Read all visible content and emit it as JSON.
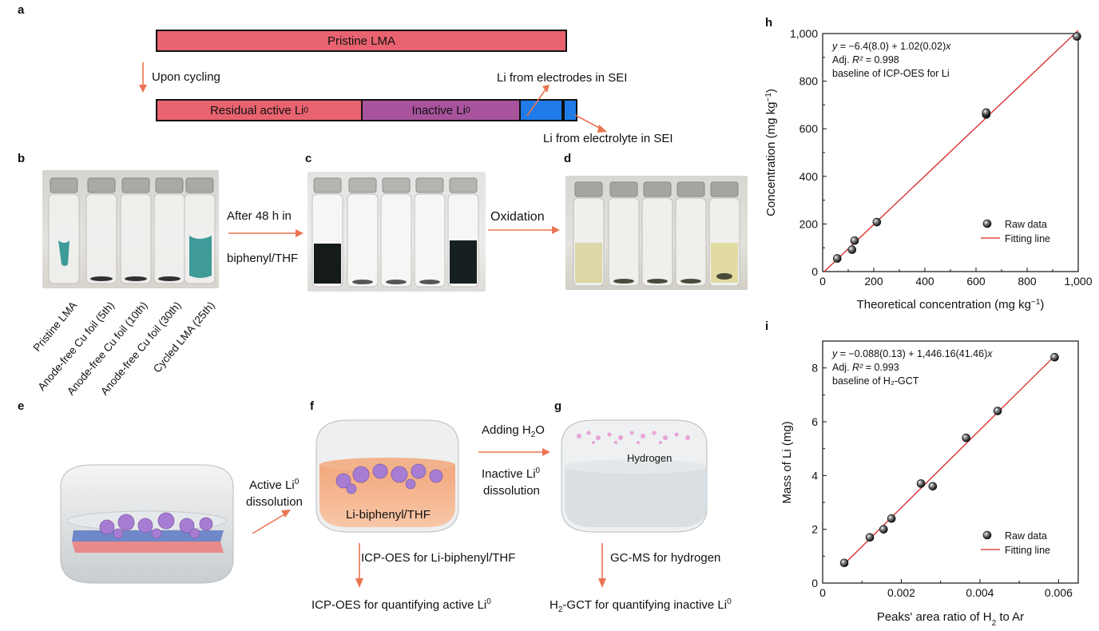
{
  "panels": {
    "a": "a",
    "b": "b",
    "c": "c",
    "d": "d",
    "e": "e",
    "f": "f",
    "g": "g",
    "h": "h",
    "i": "i"
  },
  "panel_a": {
    "pristine": "Pristine LMA",
    "upon_cycling": "Upon cycling",
    "residual": "Residual active Li",
    "inactive": "Inactive Li",
    "sup0": "0",
    "li_electrodes": "Li from electrodes in SEI",
    "li_electrolyte": "Li from electrolyte in SEI",
    "colors": {
      "pink": "#e8636f",
      "purple": "#a8539c",
      "blue": "#1e7be8",
      "arrow": "#e9744f"
    }
  },
  "panel_b": {
    "step1_line1": "After 48 h in",
    "step1_line2": "biphenyl/THF",
    "step2": "Oxidation",
    "vial_labels": [
      "Pristine LMA",
      "Anode-free Cu foil (5th)",
      "Anode-free Cu foil (10th)",
      "Anode-free Cu foil (30th)",
      "Cycled LMA (25th)"
    ]
  },
  "panel_e": {
    "active_line1": "Active Li",
    "active_line2": "dissolution",
    "adding": "Adding H",
    "adding_sub": "2",
    "adding_tail": "O",
    "inactive_line1": "Inactive Li",
    "inactive_line2": "dissolution",
    "hydrogen": "Hydrogen",
    "li_biphenyl": "Li-biphenyl/THF",
    "icp_step": "ICP-OES for Li-biphenyl/THF",
    "gcms_step": "GC-MS for hydrogen",
    "icp_quant": "ICP-OES for quantifying active Li",
    "h2_quant_prefix": "H",
    "h2_quant_sub": "2",
    "h2_quant_tail": "-GCT for quantifying inactive Li"
  },
  "chart_data": [
    {
      "id": "h",
      "type": "scatter",
      "xlabel": "Theoretical concentration (mg kg",
      "xlabel_sup": "−1",
      "ylabel": "Concentration (mg kg",
      "ylabel_sup": "−1",
      "xlim": [
        0,
        1000
      ],
      "ylim": [
        0,
        1000
      ],
      "xticks": [
        0,
        200,
        400,
        600,
        800,
        1000
      ],
      "xtick_labels": [
        "0",
        "200",
        "400",
        "600",
        "800",
        "1,000"
      ],
      "yticks": [
        0,
        200,
        400,
        600,
        800,
        1000
      ],
      "ytick_labels": [
        "0",
        "200",
        "400",
        "600",
        "800",
        "1,000"
      ],
      "annotation": [
        "y = −6.4(8.0) + 1.02(0.02)x",
        "Adj. R² = 0.998",
        "baseline of ICP-OES for Li"
      ],
      "legend": [
        "Raw data",
        "Fitting line"
      ],
      "legend_position": "bottom-right",
      "points": [
        [
          57,
          55
        ],
        [
          115,
          92
        ],
        [
          125,
          130
        ],
        [
          212,
          208
        ],
        [
          640,
          660
        ],
        [
          640,
          668
        ],
        [
          995,
          988
        ]
      ],
      "fit": {
        "intercept": -6.4,
        "slope": 1.02,
        "x_range": [
          0,
          1000
        ]
      },
      "colors": {
        "line": "#d62728",
        "marker": "#222222"
      }
    },
    {
      "id": "i",
      "type": "scatter",
      "xlabel": "Peaks' area ratio of H",
      "xlabel_sub": "2",
      "xlabel_tail": " to Ar",
      "ylabel": "Mass of Li (mg)",
      "xlim": [
        0,
        0.0065
      ],
      "ylim": [
        0,
        9
      ],
      "xticks": [
        0,
        0.002,
        0.004,
        0.006
      ],
      "xtick_labels": [
        "0",
        "0.002",
        "0.004",
        "0.006"
      ],
      "yticks": [
        0,
        2,
        4,
        6,
        8
      ],
      "ytick_labels": [
        "0",
        "2",
        "4",
        "6",
        "8"
      ],
      "annotation": [
        "y = −0.088(0.13) + 1,446.16(41.46)x",
        "Adj. R² = 0.993",
        "baseline of H₂-GCT"
      ],
      "legend": [
        "Raw data",
        "Fitting line"
      ],
      "legend_position": "bottom-right",
      "points": [
        [
          0.00055,
          0.75
        ],
        [
          0.0012,
          1.7
        ],
        [
          0.00155,
          2.0
        ],
        [
          0.00175,
          2.4
        ],
        [
          0.0025,
          3.7
        ],
        [
          0.0028,
          3.6
        ],
        [
          0.00365,
          5.4
        ],
        [
          0.00445,
          6.4
        ],
        [
          0.0059,
          8.4
        ]
      ],
      "fit": {
        "intercept": -0.088,
        "slope": 1446.16,
        "x_range": [
          0.0005,
          0.0059
        ]
      },
      "colors": {
        "line": "#d62728",
        "marker": "#222222"
      }
    }
  ]
}
